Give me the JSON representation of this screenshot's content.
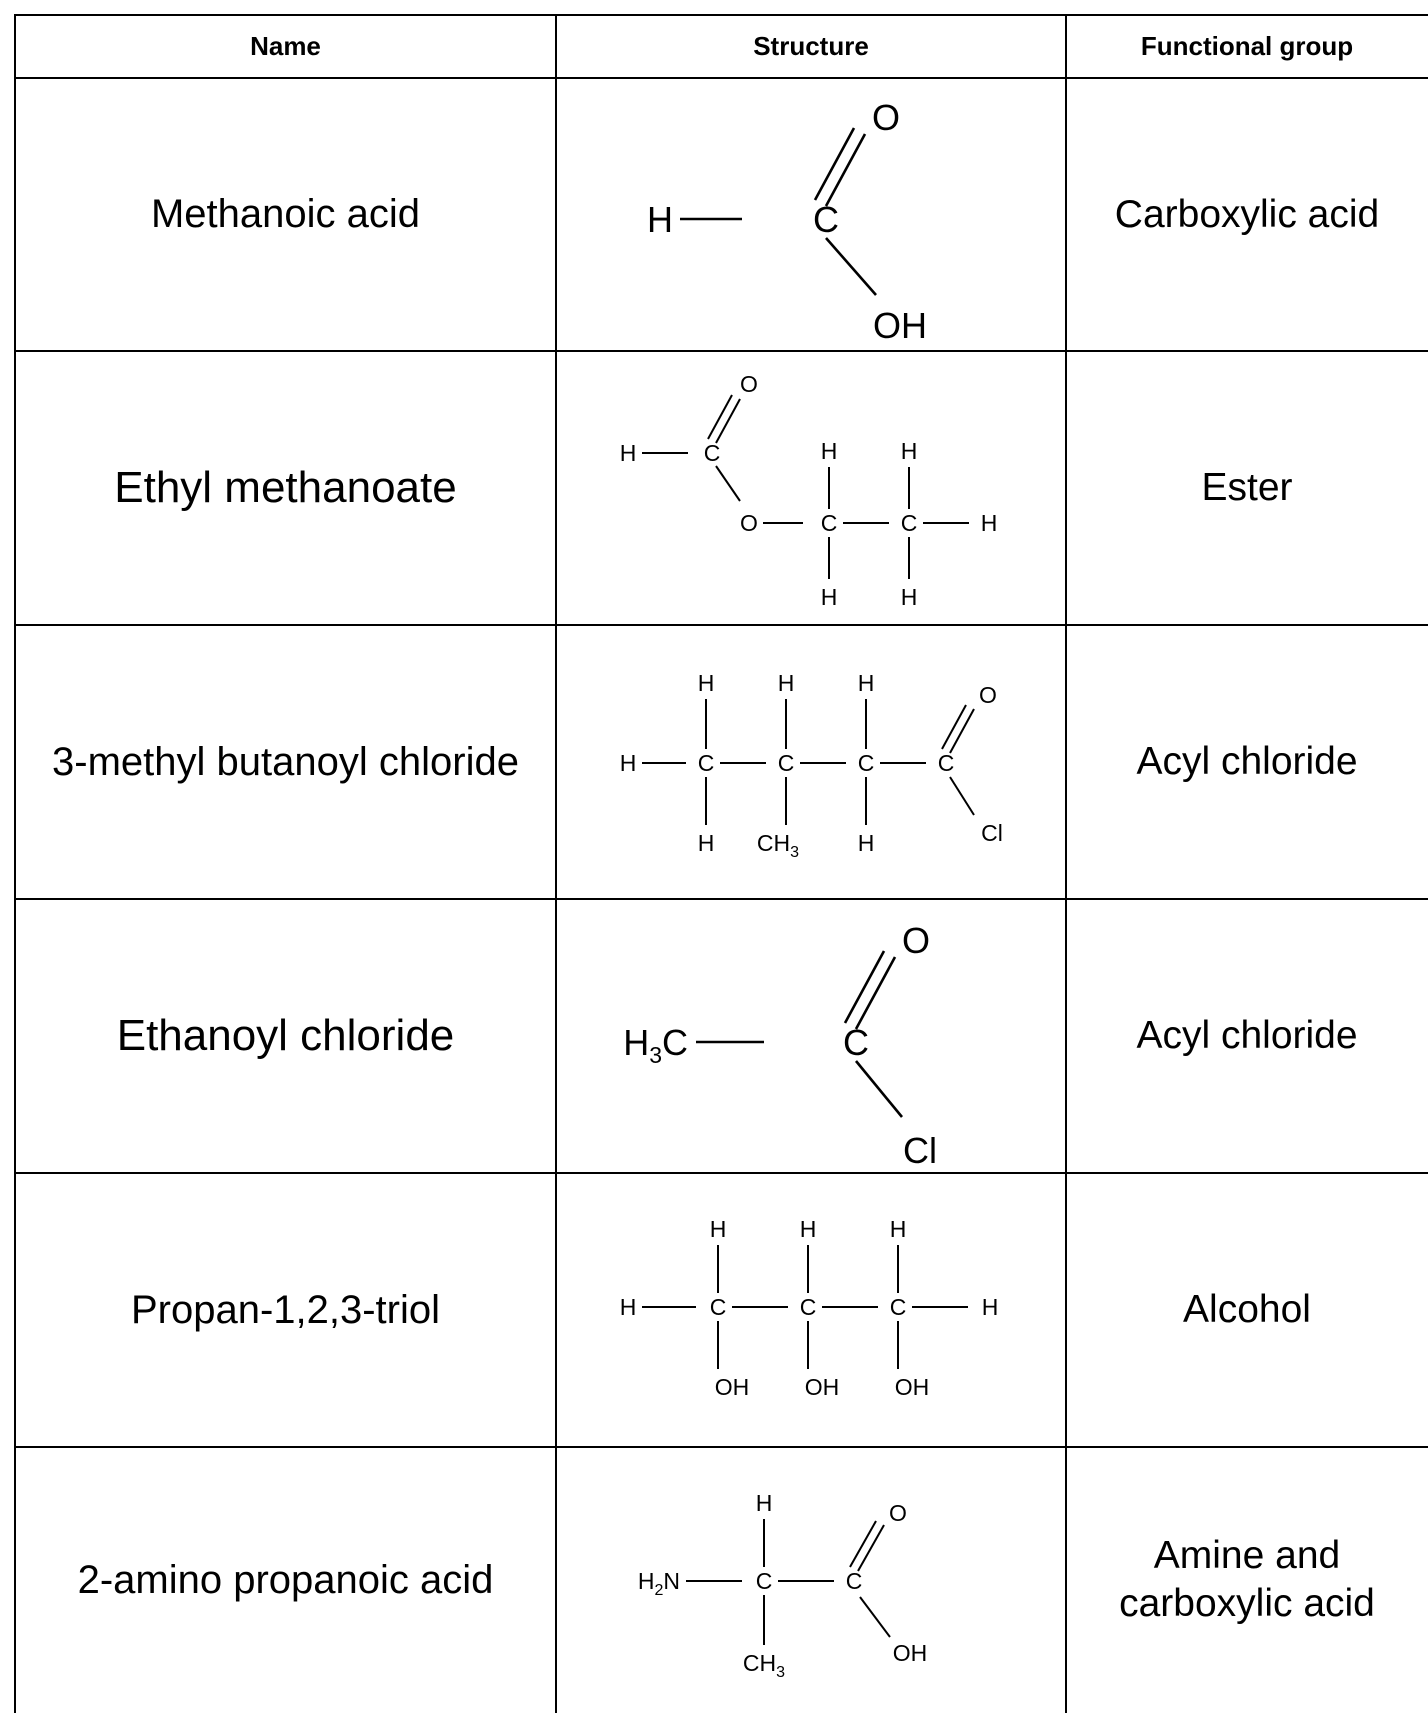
{
  "table": {
    "headers": {
      "name": "Name",
      "structure": "Structure",
      "functional_group": "Functional group"
    },
    "rows": [
      {
        "name": "Methanoic acid",
        "functional_group": "Carboxylic acid",
        "structure": {
          "H": "H",
          "C": "C",
          "O": "O",
          "OH": "OH"
        }
      },
      {
        "name": "Ethyl methanoate",
        "functional_group": "Ester",
        "structure": {
          "H": "H",
          "C": "C",
          "O": "O"
        }
      },
      {
        "name": "3-methyl butanoyl chloride",
        "functional_group": "Acyl chloride",
        "structure": {
          "H": "H",
          "C": "C",
          "O": "O",
          "Cl": "Cl",
          "CH": "CH",
          "sub3": "3"
        }
      },
      {
        "name": "Ethanoyl chloride",
        "functional_group": "Acyl chloride",
        "structure": {
          "H": "H",
          "C": "C",
          "O": "O",
          "Cl": "Cl",
          "sub3": "3"
        }
      },
      {
        "name": "Propan-1,2,3-triol",
        "functional_group": "Alcohol",
        "structure": {
          "H": "H",
          "C": "C",
          "OH": "OH"
        }
      },
      {
        "name": "2-amino propanoic acid",
        "functional_group_line1": "Amine and",
        "functional_group_line2": "carboxylic acid",
        "structure": {
          "H": "H",
          "N": "N",
          "sub2": "2",
          "C": "C",
          "O": "O",
          "OH": "OH",
          "CH": "CH",
          "sub3": "3"
        }
      }
    ]
  }
}
